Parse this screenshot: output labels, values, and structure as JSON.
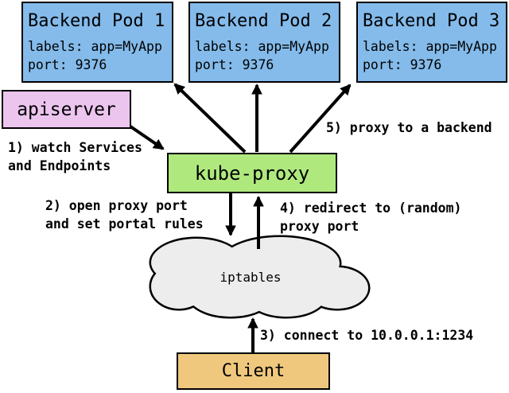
{
  "diagram": {
    "pods": [
      {
        "title": "Backend Pod 1",
        "labels": "labels: app=MyApp",
        "port": "port: 9376"
      },
      {
        "title": "Backend Pod 2",
        "labels": "labels: app=MyApp",
        "port": "port: 9376"
      },
      {
        "title": "Backend Pod 3",
        "labels": "labels: app=MyApp",
        "port": "port: 9376"
      }
    ],
    "apiserver_label": "apiserver",
    "kube_proxy_label": "kube-proxy",
    "iptables_label": "iptables",
    "client_label": "Client",
    "annotations": {
      "step1": "1) watch Services\nand Endpoints",
      "step2": "2) open proxy port\nand set portal rules",
      "step3": "3) connect to 10.0.0.1:1234",
      "step4": "4) redirect to (random)\nproxy port",
      "step5": "5) proxy to a backend"
    },
    "colors": {
      "pod_fill": "#84BBEB",
      "apiserver_fill": "#ECC5EE",
      "kube_proxy_fill": "#AFE97E",
      "client_fill": "#EFC87E",
      "cloud_fill": "#EDEDED",
      "line": "#000000"
    }
  }
}
